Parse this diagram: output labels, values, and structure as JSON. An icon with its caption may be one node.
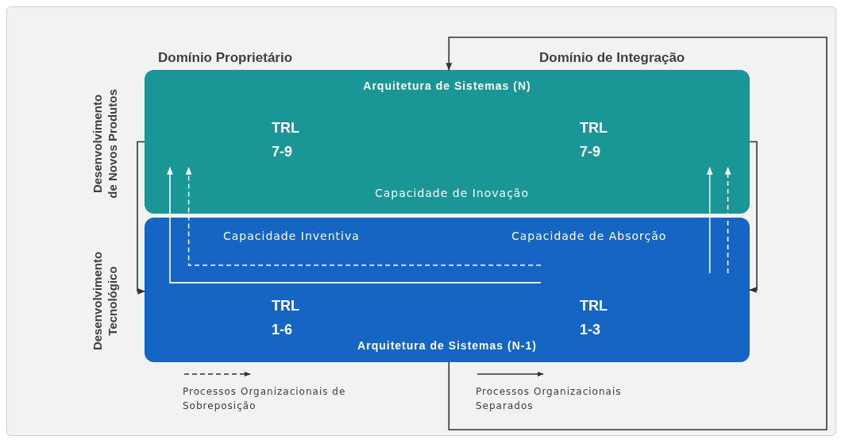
{
  "diagram": {
    "nodes": [
      {
        "text": [
          "Arquitetura de Sistemas (N)",
          "TRL 7-9",
          "TRL 7-9",
          "Capacidade de Inovação"
        ]
      },
      {
        "text": [
          "Capacidade Inventiva",
          "Capacidade de Absorção",
          "TRL 1-6",
          "TRL 1-3",
          "Arquitetura de Sistemas (N-1)"
        ]
      }
    ],
    "edges": [
      {
        "from": 0,
        "to": 1,
        "arrow": "to",
        "color": "#333333"
      },
      {
        "from": 0,
        "to": 1,
        "arrow": "to",
        "color": "#333333"
      },
      {
        "from": 1,
        "to": 0,
        "arrow": "to",
        "color": "#333333"
      },
      {
        "from": 1,
        "to": 0,
        "arrow": "to"
      },
      {
        "from": 1,
        "to": 0,
        "arrow": "to",
        "style": "dashed"
      },
      {
        "from": 1,
        "to": 0,
        "arrow": "to"
      },
      {
        "from": 1,
        "to": 0,
        "arrow": "to",
        "style": "dashed"
      }
    ],
    "labels": [
      "Domínio Proprietário",
      "Domínio de Integração",
      "Desenvolvimento de Novos Produtos",
      "Desenvolvimento Tecnológico"
    ],
    "legend": [
      {
        "text": "Processos Organizacionais de Sobreposição"
      },
      {
        "text": "Processos Organizacionais Separados"
      }
    ]
  }
}
